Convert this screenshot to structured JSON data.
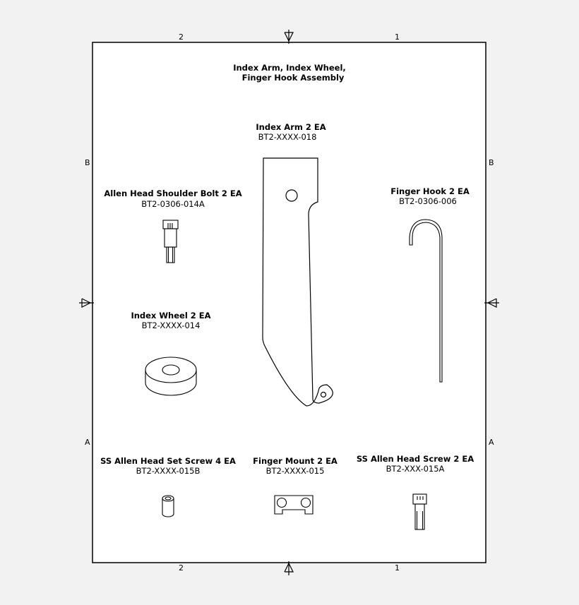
{
  "drawing_title": {
    "line1": "Index Arm, Index Wheel,",
    "line2": "Finger Hook Assembly"
  },
  "border": {
    "top_zones": [
      "2",
      "1"
    ],
    "bottom_zones": [
      "2",
      "1"
    ],
    "left_zones": [
      "B",
      "A"
    ],
    "right_zones": [
      "B",
      "A"
    ]
  },
  "components": [
    {
      "id": "index-arm",
      "name": "Index Arm 2 EA",
      "part_number": "BT2-XXXX-018"
    },
    {
      "id": "shoulder-bolt",
      "name": "Allen Head Shoulder Bolt 2 EA",
      "part_number": "BT2-0306-014A"
    },
    {
      "id": "finger-hook",
      "name": "Finger Hook 2 EA",
      "part_number": "BT2-0306-006"
    },
    {
      "id": "index-wheel",
      "name": "Index Wheel 2 EA",
      "part_number": "BT2-XXXX-014"
    },
    {
      "id": "set-screw",
      "name": "SS Allen Head Set Screw 4 EA",
      "part_number": "BT2-XXXX-015B"
    },
    {
      "id": "finger-mount",
      "name": "Finger Mount 2 EA",
      "part_number": "BT2-XXXX-015"
    },
    {
      "id": "head-screw",
      "name": "SS Allen Head Screw 2 EA",
      "part_number": "BT2-XXX-015A"
    }
  ],
  "colors": {
    "background": "#f2f2f2",
    "sheet": "#ffffff",
    "line": "#000000"
  }
}
